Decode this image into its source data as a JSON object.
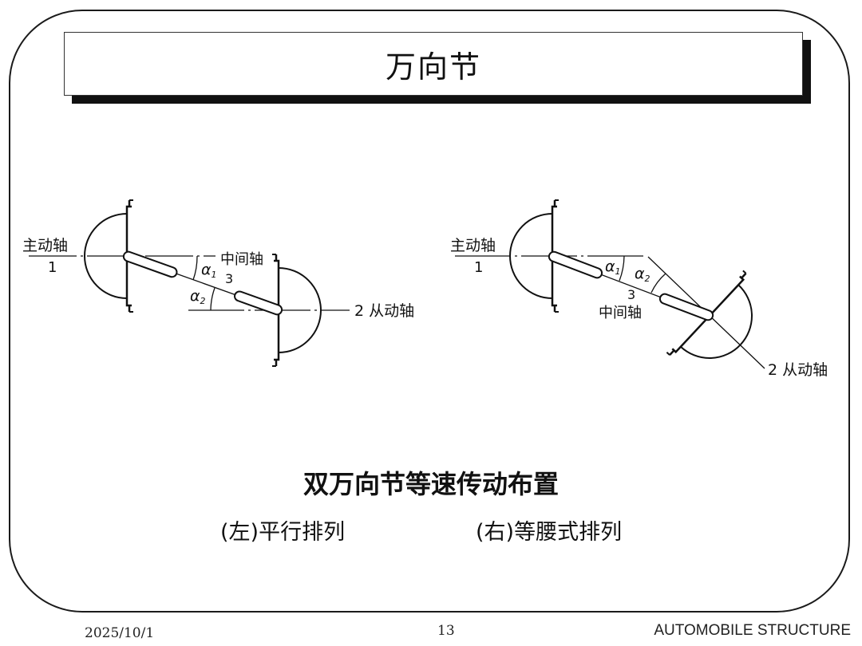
{
  "slide": {
    "title": "万向节",
    "caption": "双万向节等速传动布置",
    "caption_left": "(左)平行排列",
    "caption_right": "(右)等腰式排列"
  },
  "diagram_left": {
    "driving_shaft": "主动轴",
    "driving_num": "1",
    "intermediate_shaft": "中间轴",
    "intermediate_num": "3",
    "driven_shaft": "2 从动轴",
    "alpha1_symbol": "α",
    "alpha1_sub": "1",
    "alpha2_symbol": "α",
    "alpha2_sub": "2"
  },
  "diagram_right": {
    "driving_shaft": "主动轴",
    "driving_num": "1",
    "intermediate_shaft": "中间轴",
    "intermediate_num": "3",
    "driven_shaft": "2 从动轴",
    "alpha1_symbol": "α",
    "alpha1_sub": "1",
    "alpha2_symbol": "α",
    "alpha2_sub": "2"
  },
  "footer": {
    "date": "2025/10/1",
    "page": "13",
    "course": "AUTOMOBILE STRUCTURE"
  }
}
